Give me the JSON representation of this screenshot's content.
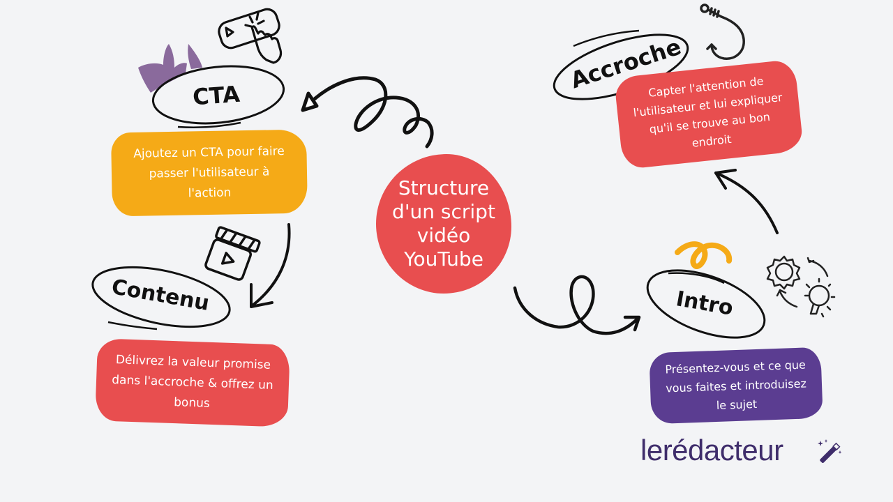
{
  "center": {
    "title_lines": [
      "Structure",
      "d'un script",
      "vidéo",
      "YouTube"
    ],
    "color": "#e84e4f"
  },
  "steps": [
    {
      "id": "accroche",
      "label": "Accroche",
      "description_lines": [
        "Capter l'attention de",
        "l'utilisateur et lui expliquer",
        "qu'il se trouve au bon",
        "endroit"
      ],
      "color": "#e84e4f",
      "icon": "fishing-hook-icon"
    },
    {
      "id": "intro",
      "label": "Intro",
      "description_lines": [
        "Présentez-vous et ce que",
        "vous faites et introduisez",
        "le sujet"
      ],
      "color": "#5b3d91",
      "icon": "gear-lightbulb-cycle-icon"
    },
    {
      "id": "contenu",
      "label": "Contenu",
      "description_lines": [
        "Délivrez la valeur promise",
        "dans l'accroche & offrez un",
        "bonus"
      ],
      "color": "#e84e4f",
      "icon": "clapperboard-play-icon"
    },
    {
      "id": "cta",
      "label": "CTA",
      "description_lines": [
        "Ajoutez un CTA pour faire",
        "passer l'utilisateur à",
        "l'action"
      ],
      "color": "#f5aa17",
      "icon": "click-button-hand-icon"
    }
  ],
  "brand": {
    "name": "lerédacteur",
    "icon": "magic-wand-icon",
    "color": "#3f2d6b"
  },
  "colors": {
    "background": "#f3f4f6",
    "accent_yellow": "#f5aa17",
    "accent_purple_shape": "#8a6a9c"
  }
}
